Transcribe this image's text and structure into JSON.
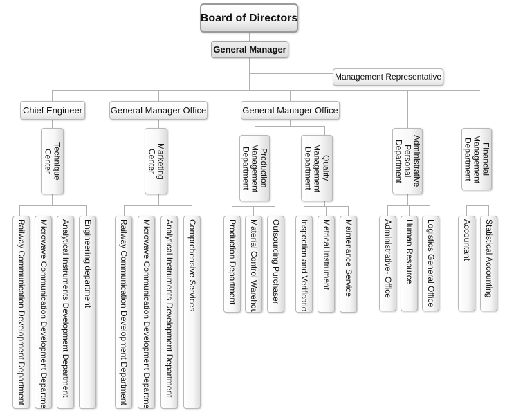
{
  "nodes": {
    "board": "Board of Directors",
    "general_manager": "General Manager",
    "management_representative": "Management Representative",
    "chief_engineer": "Chief Engineer",
    "gm_office_1": "General Manager Office",
    "gm_office_2": "General Manager Office",
    "technique_center": "Technique Center",
    "marketing_center": "Marketing Center",
    "production_mgmt_dept": "Production Management Department",
    "quality_mgmt_dept": "Quality Management Department",
    "admin_personal_dept": "Administrative Personal Department",
    "financial_mgmt_dept": "Financial Management Department"
  },
  "leaves": {
    "tc_railway": "Railway Communication Development Department",
    "tc_microwave": "Microwave Communication Development Department",
    "tc_analytical": "Analytical Instruments Development Department",
    "tc_engineering": "Engineering department",
    "mc_railway": "Railway Communication Development Department",
    "mc_microwave": "Microwave Communication Development Department",
    "mc_analytical": "Analytical Instruments Development Department",
    "mc_comprehensive": "Comprehensive Services",
    "pm_production": "Production Department",
    "pm_material": "Material Control Warehouse",
    "pm_outsourcing": "Outsourcing Purchaser",
    "qm_inspection": "Inspection and Verification",
    "qm_metrical": "Metrical Instrument",
    "qm_maintenance": "Maintenance Service",
    "ap_admin_office": "Administrative- Office",
    "ap_human": "Human Resource",
    "ap_logistics": "Logistics General Office",
    "fm_accountant": "Accountant",
    "fm_statistical": "Statistical Accounting"
  }
}
